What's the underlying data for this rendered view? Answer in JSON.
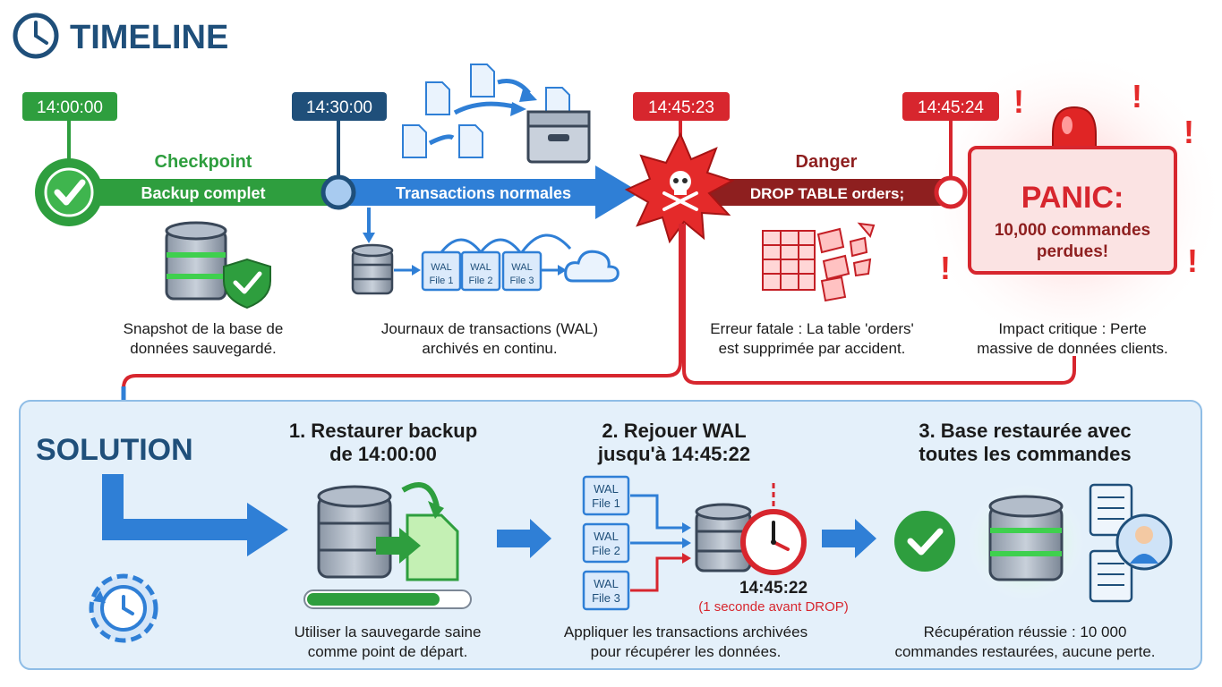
{
  "header": {
    "title": "TIMELINE"
  },
  "timeline": {
    "t1": "14:00:00",
    "t2": "14:30:00",
    "t3": "14:45:23",
    "t4": "14:45:24",
    "checkpoint": "Checkpoint",
    "backup_complete": "Backup complet",
    "normal_tx": "Transactions normales",
    "danger": "Danger",
    "drop_cmd": "DROP TABLE orders;",
    "panic_title": "PANIC:",
    "panic_line1": "10,000 commandes",
    "panic_line2": "perdues!",
    "wal_prefix": "WAL",
    "wal1": "File 1",
    "wal2": "File 2",
    "wal3": "File 3"
  },
  "captions": {
    "snapshot_l1": "Snapshot de la base de",
    "snapshot_l2": "données sauvegardé.",
    "wal_l1": "Journaux de transactions (WAL)",
    "wal_l2": "archivés en continu.",
    "error_l1": "Erreur fatale : La table 'orders'",
    "error_l2": "est supprimée par accident.",
    "impact_l1": "Impact critique : Perte",
    "impact_l2": "massive de données clients."
  },
  "solution": {
    "title": "SOLUTION",
    "step1_l1": "1. Restaurer backup",
    "step1_l2": "de 14:00:00",
    "step1_c1": "Utiliser la sauvegarde saine",
    "step1_c2": "comme point de départ.",
    "step2_l1": "2. Rejouer WAL",
    "step2_l2": "jusqu'à 14:45:22",
    "step2_time": "14:45:22",
    "step2_note": "(1 seconde avant DROP)",
    "step2_c1": "Appliquer les transactions archivées",
    "step2_c2": "pour récupérer les données.",
    "step3_l1": "3. Base restaurée avec",
    "step3_l2": "toutes les commandes",
    "step3_c1": "Récupération réussie : 10 000",
    "step3_c2": "commandes restaurées, aucune perte."
  },
  "colors": {
    "green": "#2e9e3e",
    "blue": "#2f7fd6",
    "navy": "#1f4f7a",
    "red": "#d7262e",
    "darkred": "#8e1f1f",
    "panel": "#e4f0fa"
  }
}
